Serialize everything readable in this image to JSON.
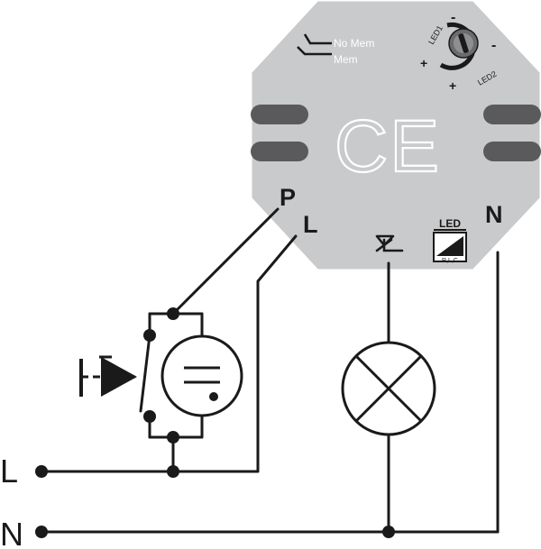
{
  "module": {
    "mem_label_1": "No Mem",
    "mem_label_2": "Mem",
    "led1_label": "LED1",
    "led2_label": "LED2",
    "plus_1": "+",
    "minus_1": "-",
    "plus_2": "+",
    "minus_2": "-",
    "ce_mark": "CE",
    "terminal_p": "P",
    "terminal_l": "L",
    "terminal_n": "N",
    "led_box_title": "LED",
    "led_box_sub": "R,L,C",
    "body_color": "#c9cacc",
    "outline_color": "#ffffff"
  },
  "lines": {
    "line_l": "L",
    "line_n": "N"
  },
  "icons": {
    "load_icon": "fan-symbol-icon",
    "pushbutton_icon": "pushbutton-switch-icon",
    "glow_lamp_icon": "glow-lamp-icon",
    "load_lamp_icon": "lamp-load-icon",
    "dial_icon": "adjustment-dial-icon",
    "mem_icon": "memory-mode-icon"
  }
}
